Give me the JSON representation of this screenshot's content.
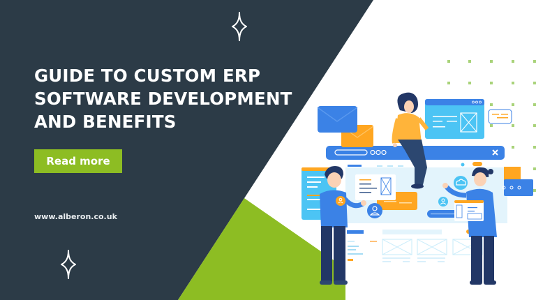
{
  "banner": {
    "title_lines": [
      "GUIDE TO CUSTOM ERP",
      "SOFTWARE DEVELOPMENT",
      "AND BENEFITS"
    ],
    "cta_label": "Read more",
    "website": "www.alberon.co.uk"
  },
  "colors": {
    "dark_bg": "#2c3b47",
    "accent_green": "#8dbd23",
    "blue": "#3b82e6",
    "light_blue": "#4cc4f4",
    "orange": "#ffa621",
    "navy": "#223766",
    "white": "#ffffff"
  },
  "icons": {
    "sparkle_top": "four-point-star-outline",
    "sparkle_bottom": "four-point-star-outline",
    "close": "x-icon",
    "search": "magnifier-icon",
    "cloud_upload": "cloud-icon",
    "user": "user-icon",
    "mail": "envelope-icon"
  }
}
